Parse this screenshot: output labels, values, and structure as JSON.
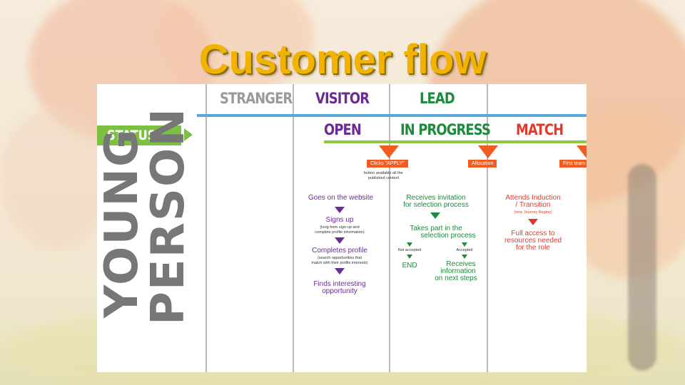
{
  "title": "Customer flow",
  "header": {
    "stranger": "STRANGER",
    "visitor": "VISITOR",
    "lead": "LEAD"
  },
  "status_row": {
    "label": "STATUS",
    "open": "OPEN",
    "in_progress": "IN PROGRESS",
    "match": "MATCH"
  },
  "row_label": {
    "line1": "YOUNG",
    "line2": "PERSON"
  },
  "flags": {
    "apply": "Clicks \"APPLY\"",
    "apply_note_1": "button available all the",
    "apply_note_2": "published content",
    "allocation": "Allocation",
    "first": "First team"
  },
  "open_steps": {
    "s1": "Goes on the website",
    "s2": "Signs up",
    "s2_note_1": "(long-form sign-up and",
    "s2_note_2": "complete profile information)",
    "s3": "Completes profile",
    "s3_note_1": "(search opportunities that",
    "s3_note_2": "match with their profile interests)",
    "s4_1": "Finds interesting",
    "s4_2": "opportunity"
  },
  "progress_steps": {
    "s1_1": "Receives invitation",
    "s1_2": "for selection process",
    "s2_1": "Takes part in the",
    "s2_2": "selection process",
    "not_accepted": "Not accepted",
    "accepted": "Accepted",
    "end": "END",
    "recv_1": "Receives",
    "recv_2": "information",
    "recv_3": "on next steps"
  },
  "match_steps": {
    "s1_1": "Attends Induction",
    "s1_2": "/ Transition",
    "s1_note": "(new Journey Begins)",
    "s2_1": "Full access to",
    "s2_2": "resources needed",
    "s2_3": "for the role"
  },
  "colors": {
    "title": "#f1b300",
    "purple": "#6a2c91",
    "green": "#1d8a3c",
    "red": "#e03a2c",
    "status": "#7dc142",
    "blue_line": "#5aa8d8",
    "orange": "#f25c1f"
  }
}
